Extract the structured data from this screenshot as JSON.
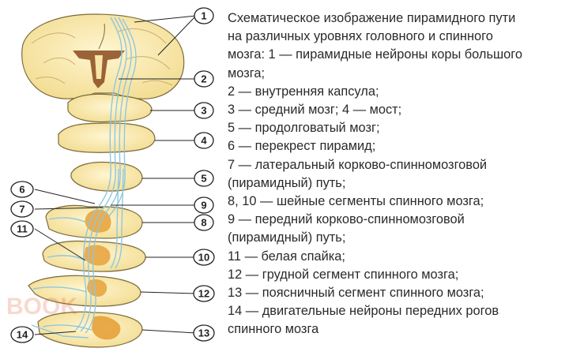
{
  "caption": {
    "lines": [
      "Схематическое изображение пирамидного пути",
      "на различных уровнях головного и спинного",
      "мозга: 1 — пирамидные нейроны коры большого",
      "мозга;",
      " 2 — внутренняя капсула;",
      " 3 — средний мозг; 4 — мост;",
      " 5 — продолговатый мозг;",
      " 6 — перекрест пирамид;",
      " 7 — латеральный корково-спинномозговой",
      "(пирамидный) путь;",
      " 8, 10 — шейные сегменты спинного мозга;",
      " 9 — передний корково-спинномозговой",
      "(пирамидный) путь;",
      "11 — белая спайка;",
      " 12 — грудной сегмент спинного мозга;",
      "13 — поясничный сегмент спинного мозга;",
      " 14 — двигательные нейроны передних рогов",
      "спинного мозга"
    ]
  },
  "callouts": [
    "1",
    "2",
    "3",
    "4",
    "5",
    "6",
    "7",
    "8",
    "9",
    "10",
    "11",
    "12",
    "13",
    "14"
  ],
  "watermark": {
    "logo_text": "BOOK"
  },
  "colors": {
    "tissue": "#fbeeb5",
    "tissue_outline": "#7a6a3a",
    "grey_matter": "#e6a13a",
    "tract": "#8fc7de",
    "callout_line": "#222222"
  }
}
